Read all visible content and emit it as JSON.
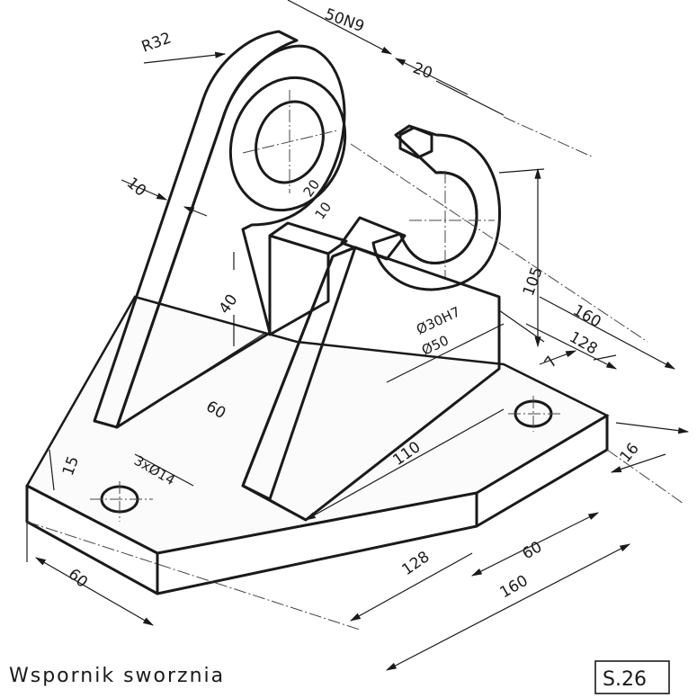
{
  "title": "Wspornik sworznia",
  "sheet": "S.26",
  "dimensions": {
    "r32": "R32",
    "slot": "50N9",
    "d20": "20",
    "d10_side": "10",
    "d20_top": "20",
    "d10_top": "10",
    "d40": "40",
    "d60_inner": "60",
    "d105": "105",
    "bore": "Ø30H7",
    "outer": "Ø50",
    "d160_right": "160",
    "d128_right": "128",
    "d7": "7",
    "d110": "110",
    "d16": "16",
    "holes": "3xØ14",
    "d15": "15",
    "d60_left": "60",
    "d128_bottom": "128",
    "d60_bottom": "60",
    "d160_bottom": "160"
  }
}
